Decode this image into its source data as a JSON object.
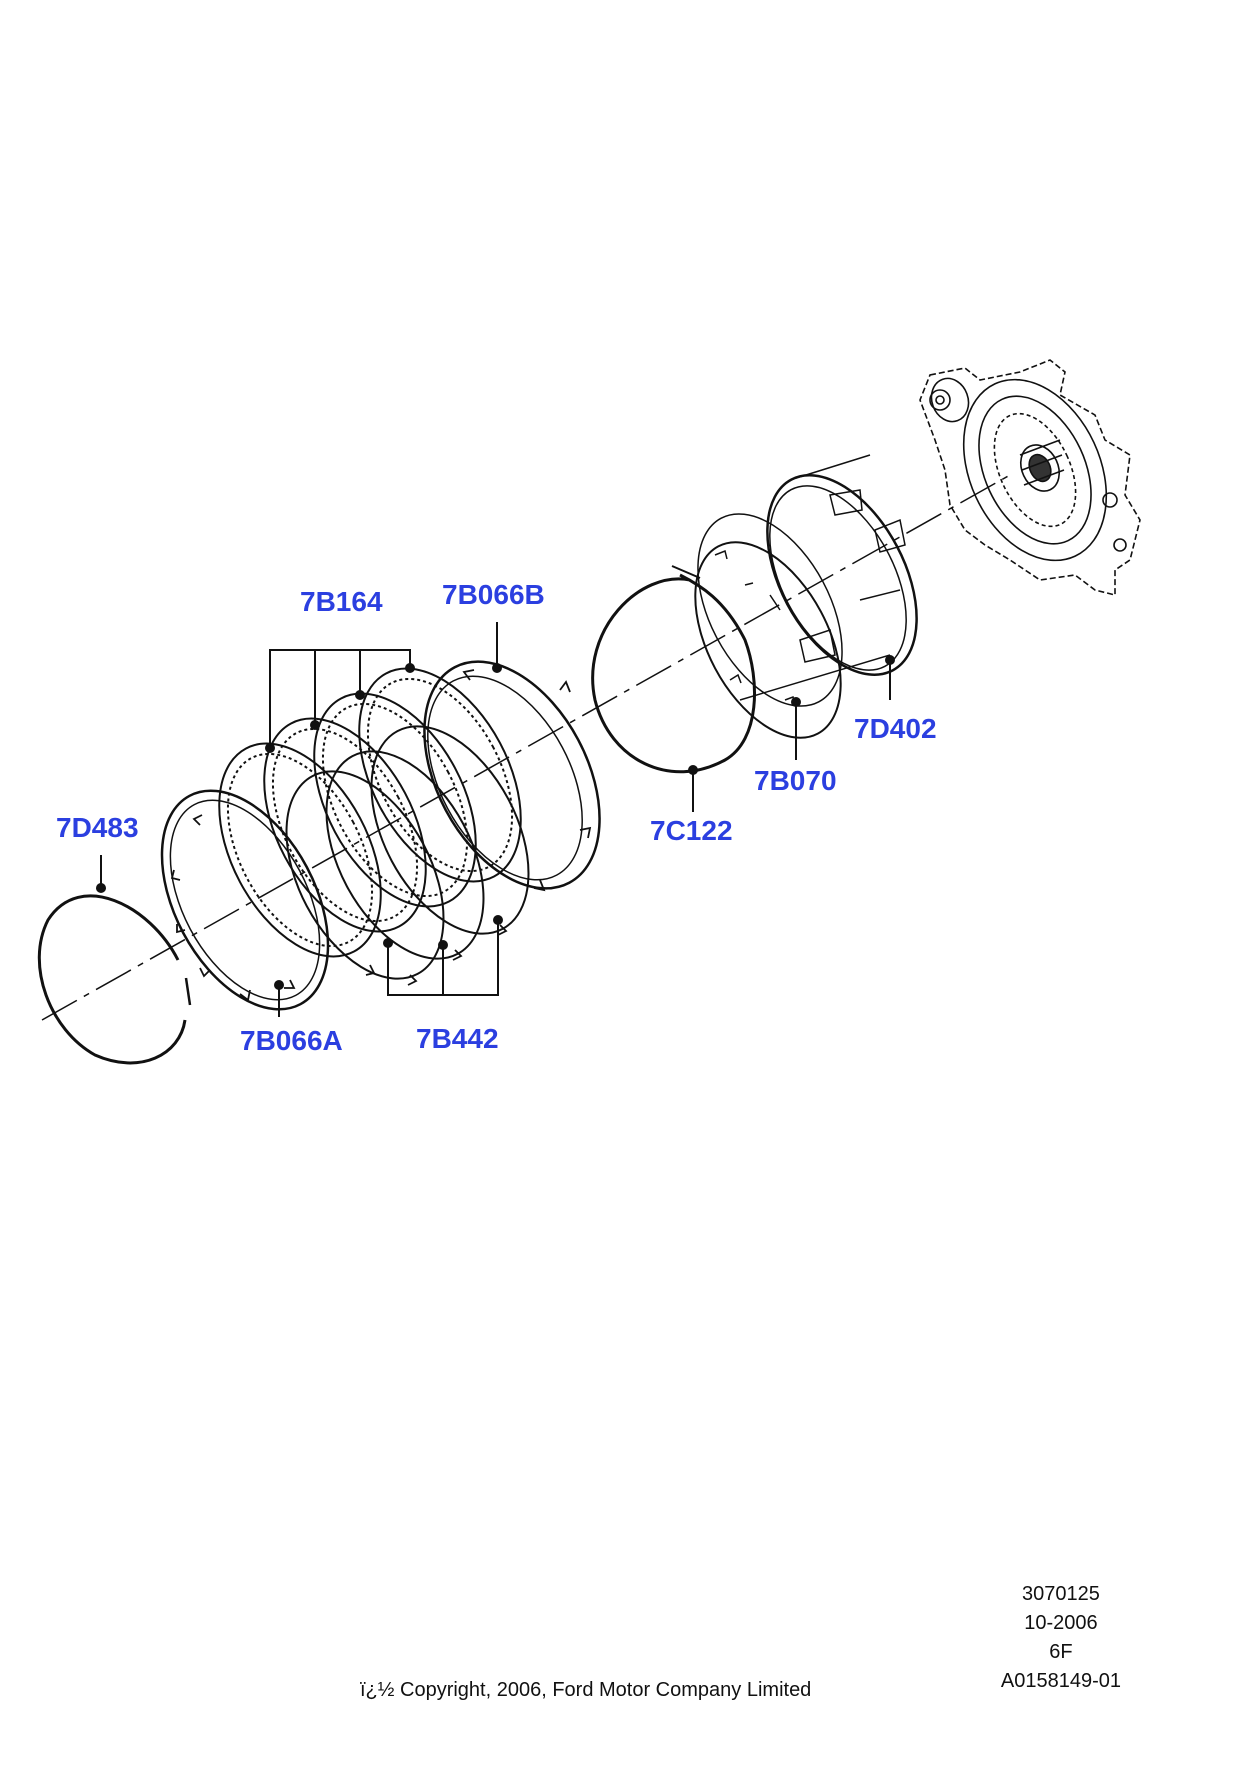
{
  "callouts": {
    "c7B164": "7B164",
    "c7B066B": "7B066B",
    "c7D402": "7D402",
    "c7B070": "7B070",
    "c7C122": "7C122",
    "c7D483": "7D483",
    "c7B066A": "7B066A",
    "c7B442": "7B442"
  },
  "footer": {
    "ref_number": "3070125",
    "date": "10-2006",
    "code": "6F",
    "illustration_id": "A0158149-01",
    "copyright": "ï¿½ Copyright, 2006, Ford Motor Company Limited"
  },
  "colors": {
    "callout": "#2b3fe0",
    "line": "#111111"
  }
}
